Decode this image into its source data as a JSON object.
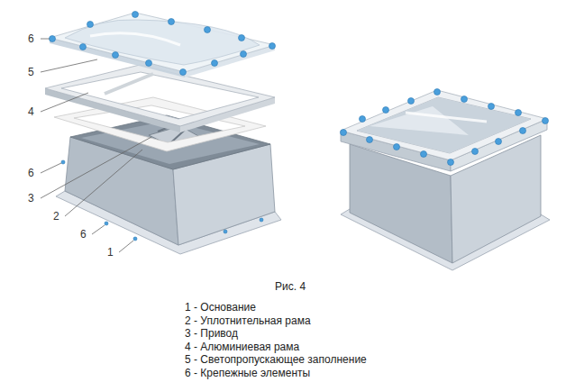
{
  "diagram": {
    "caption": "Рис. 4",
    "labels": [
      "6",
      "5",
      "4",
      "6",
      "3",
      "2",
      "6",
      "1",
      "1 - Основание",
      "2 - Уплотнительная рама",
      "3 - Привод",
      "4 - Алюминиевая рама",
      "5 - Светопропускающее заполнение",
      "6 - Крепежные элементы"
    ]
  }
}
